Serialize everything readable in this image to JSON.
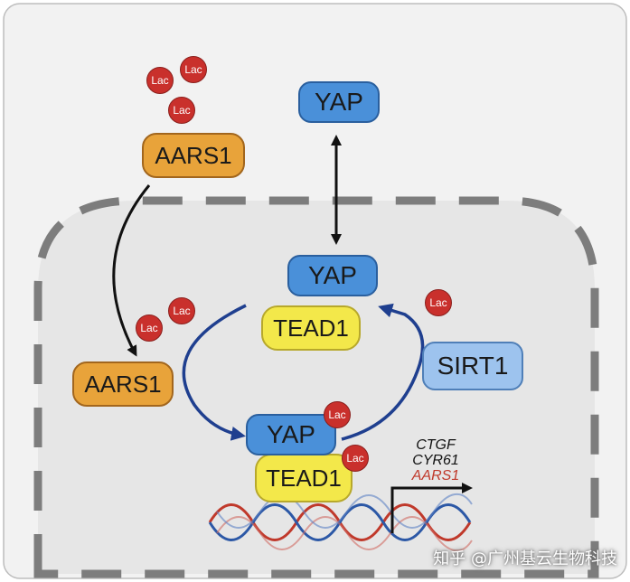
{
  "labels": {
    "yap_outside": "YAP",
    "aars1_outside": "AARS1",
    "aars1_inside": "AARS1",
    "yap_top": "YAP",
    "tead1_top": "TEAD1",
    "yap_bottom": "YAP",
    "tead1_bottom": "TEAD1",
    "sirt1": "SIRT1",
    "lac": "Lac"
  },
  "genes": {
    "gene1": "CTGF",
    "gene2": "CYR61",
    "gene3": "AARS1"
  },
  "watermark": "知乎 @广州基云生物科技",
  "colors": {
    "yap": "#4a90d9",
    "aars1": "#e8a33a",
    "tead1": "#f3e84a",
    "sirt1": "#9dc3ee",
    "lac": "#c9302c",
    "cycle_arrow": "#1f3f8f",
    "dna_strand_a": "#c0392b",
    "dna_strand_b": "#2c58a6",
    "gene_highlight": "#c0392b"
  },
  "icons": [
    "lactate-circle",
    "dna-helix",
    "transcription-arrow"
  ]
}
